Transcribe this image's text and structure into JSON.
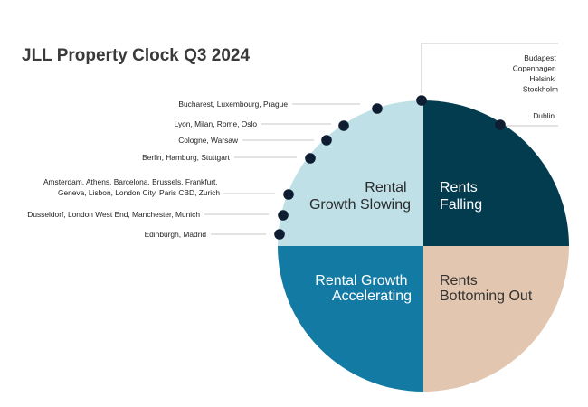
{
  "title": "JLL Property Clock Q3 2024",
  "colors": {
    "rents_falling": "#033b4f",
    "rental_growth_slowing": "#bfe0e7",
    "rental_growth_accelerating": "#127aa3",
    "rents_bottoming_out": "#e3c6af",
    "marker": "#0f1d33"
  },
  "quadrants": {
    "rental_growth_slowing": [
      "Rental",
      "Growth Slowing"
    ],
    "rents_falling": [
      "Rents",
      "Falling"
    ],
    "rental_growth_accelerating": [
      "Rental Growth",
      "Accelerating"
    ],
    "rents_bottoming_out": [
      "Rents",
      "Bottoming Out"
    ]
  },
  "markets": [
    {
      "lines": [
        "Budapest",
        "Copenhagen",
        "Helsinki",
        "Stockholm"
      ],
      "side": "right"
    },
    {
      "lines": [
        "Dublin"
      ],
      "side": "right"
    },
    {
      "lines": [
        "Bucharest, Luxembourg, Prague"
      ],
      "side": "left"
    },
    {
      "lines": [
        "Lyon, Milan, Rome, Oslo"
      ],
      "side": "left"
    },
    {
      "lines": [
        "Cologne, Warsaw"
      ],
      "side": "left"
    },
    {
      "lines": [
        "Berlin, Hamburg, Stuttgart"
      ],
      "side": "left"
    },
    {
      "lines": [
        "Amsterdam, Athens, Barcelona, Brussels, Frankfurt,",
        "Geneva, Lisbon,  London City, Paris CBD, Zurich"
      ],
      "side": "left"
    },
    {
      "lines": [
        "Dusseldorf, London West End, Manchester, Munich"
      ],
      "side": "left"
    },
    {
      "lines": [
        "Edinburgh, Madrid"
      ],
      "side": "left"
    }
  ]
}
